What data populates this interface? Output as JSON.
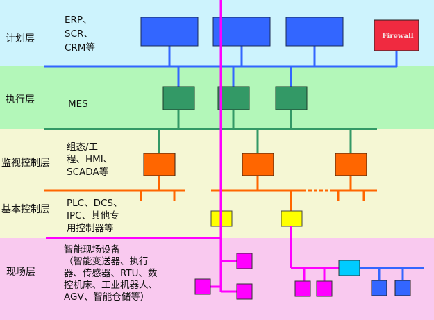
{
  "colors": {
    "planning_bg": "#cdf3fd",
    "execution_bg": "#b3f7b9",
    "control_bg": "#f5f7d4",
    "field_bg": "#f9c9ef",
    "planning_node": "#3366ff",
    "firewall": "#f02a40",
    "execution_node": "#339966",
    "supervisory_node": "#ff6600",
    "basic_node": "#ffff00",
    "field_node": "#ff00ff",
    "gateway_node": "#00ccff",
    "field_bus_node": "#3366ff"
  },
  "layers": [
    {
      "id": "planning",
      "label": "计划层",
      "desc": "ERP、\nSCR、\nCRM等"
    },
    {
      "id": "execution",
      "label": "执行层",
      "desc": "MES"
    },
    {
      "id": "supervisory",
      "label": "监视控制层",
      "desc": "组态/工\n程、HMI、\nSCADA等"
    },
    {
      "id": "basic",
      "label": "基本控制层",
      "desc": "PLC、DCS、\nIPC、其他专\n用控制器等"
    },
    {
      "id": "field",
      "label": "现场层",
      "desc": "智能现场设备\n（智能变送器、执行\n器、传感器、RTU、数\n控机床、工业机器人、\nAGV、智能仓储等）"
    }
  ],
  "firewall_label": "Firewall",
  "ellipsis": "……"
}
